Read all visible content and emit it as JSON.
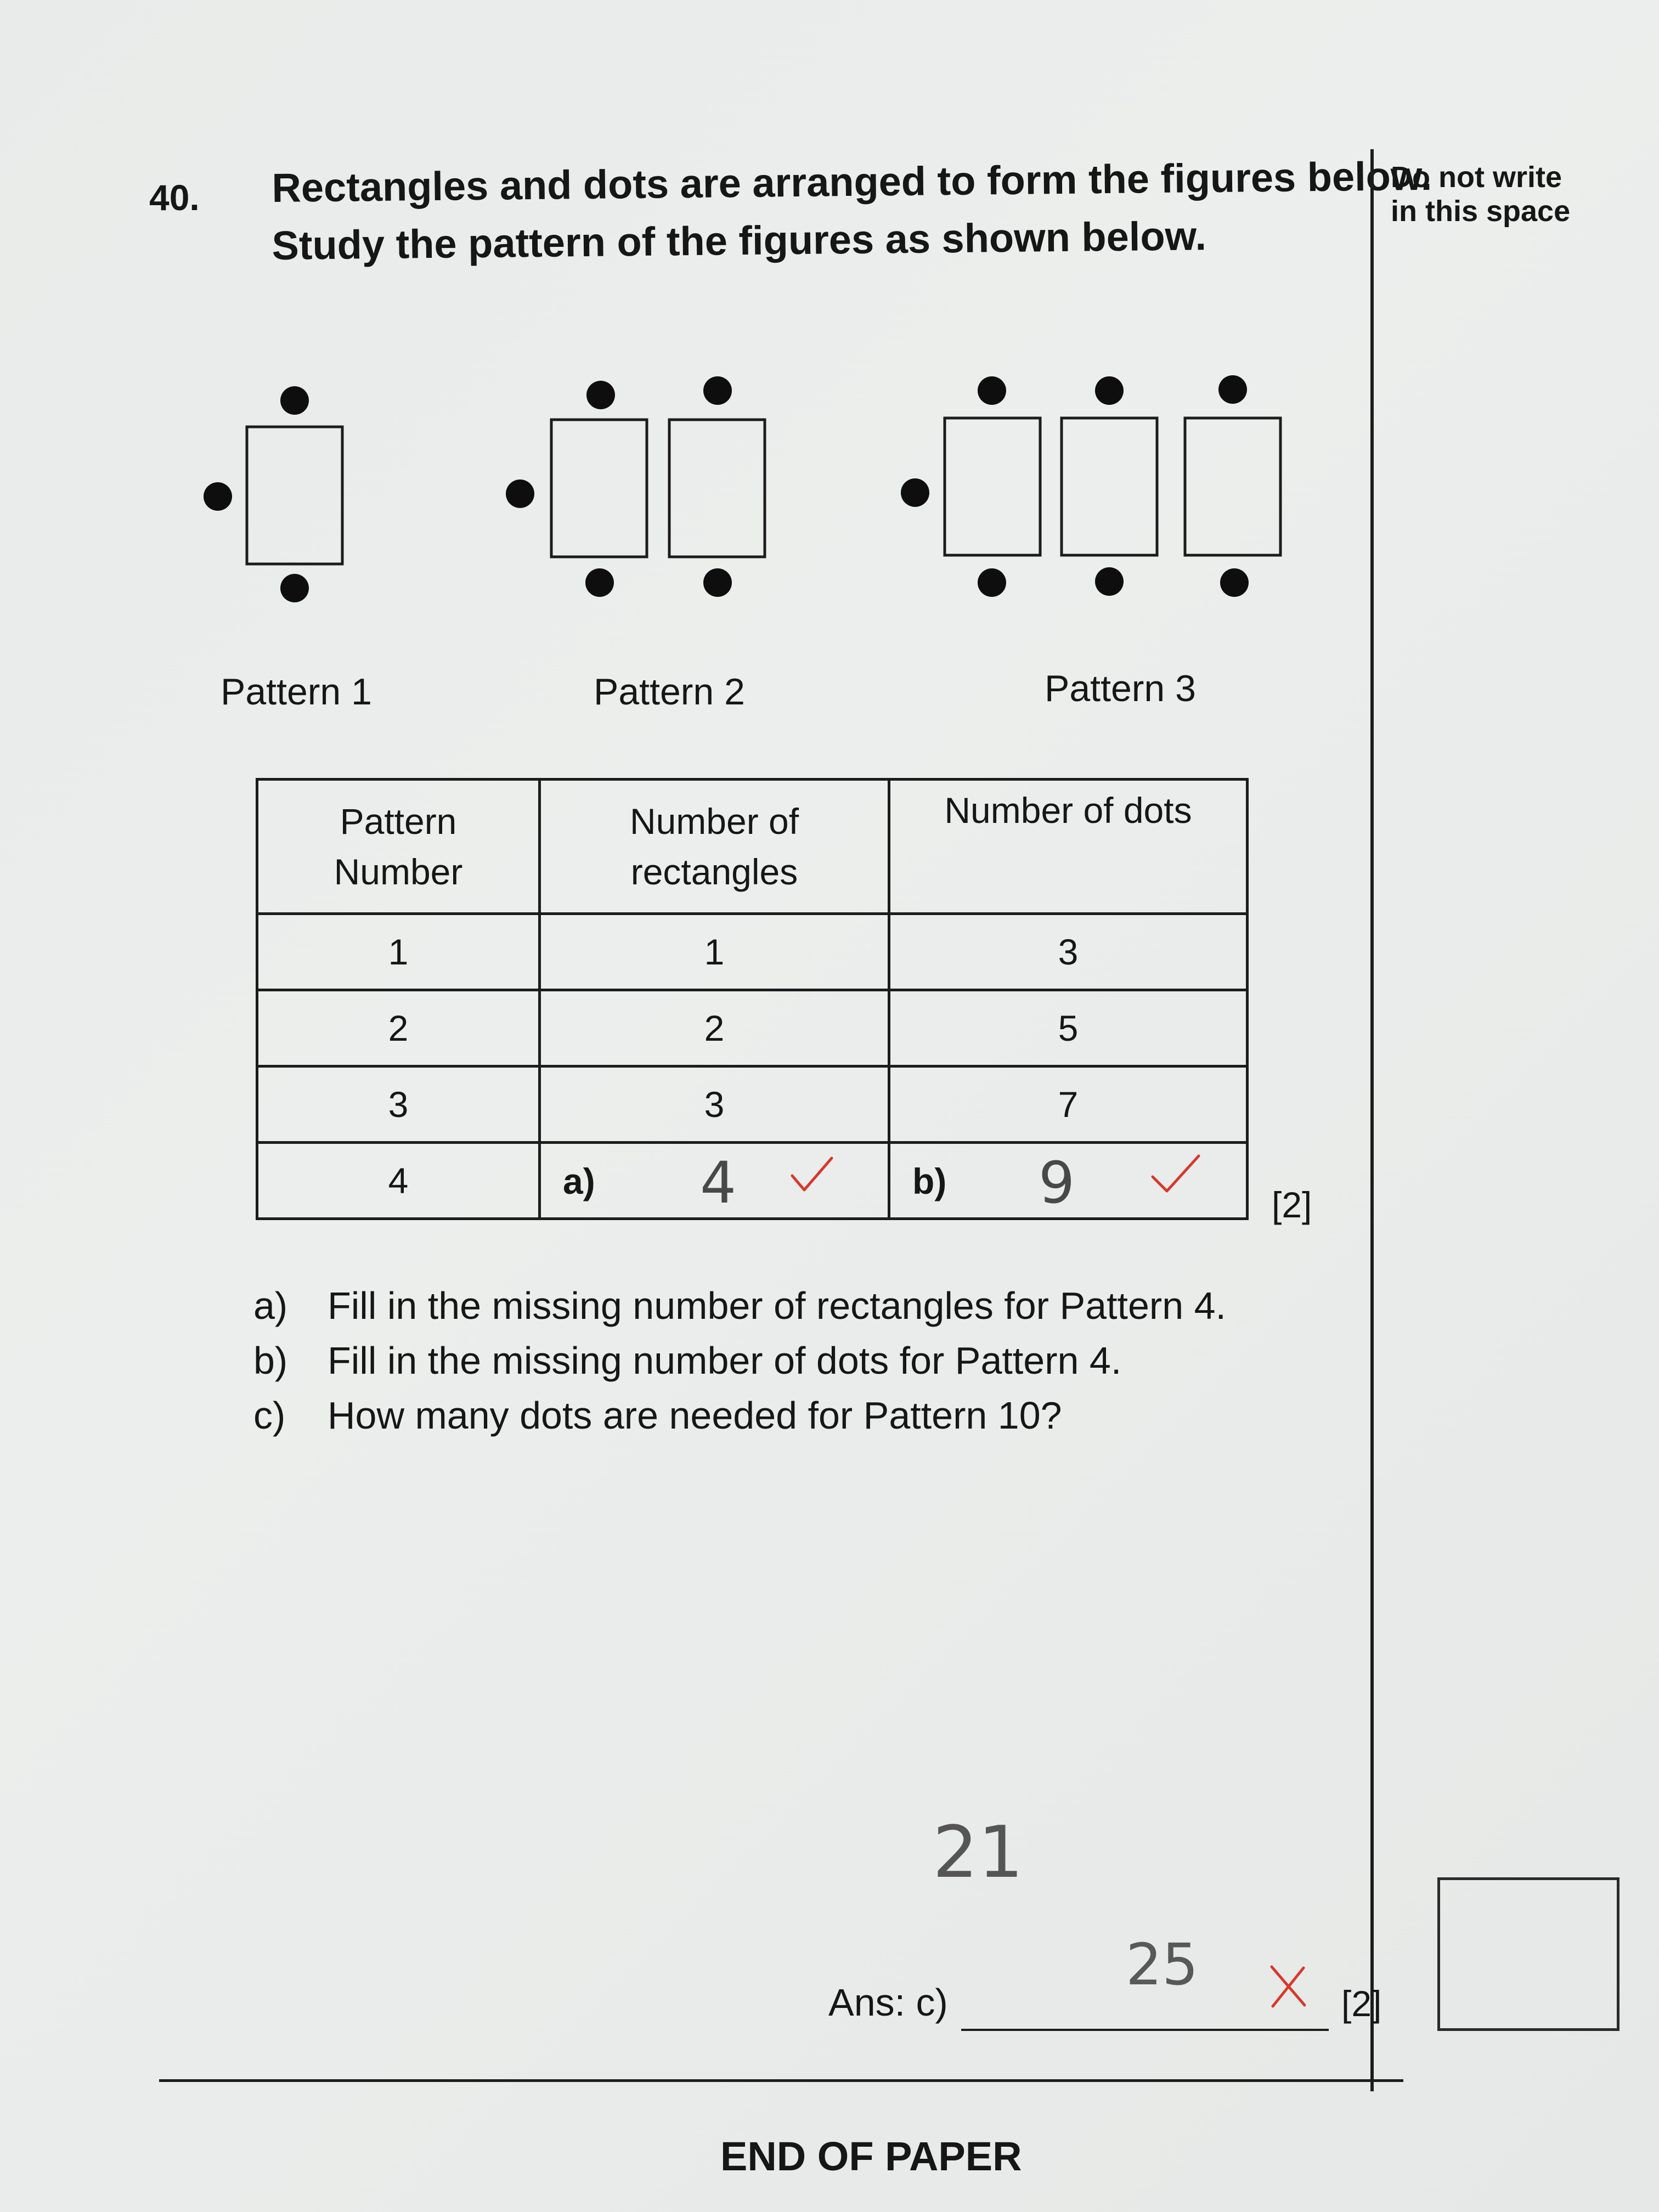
{
  "question": {
    "number": "40.",
    "line1": "Rectangles and dots are arranged to form the figures below.",
    "line2": "Study the pattern of the figures as shown below."
  },
  "margin_note": {
    "line1": "Do not write",
    "line2": "in this space"
  },
  "patterns": [
    {
      "label": "Pattern 1",
      "rectangles": 1,
      "dots": 3
    },
    {
      "label": "Pattern 2",
      "rectangles": 2,
      "dots": 5
    },
    {
      "label": "Pattern 3",
      "rectangles": 3,
      "dots": 7
    }
  ],
  "table": {
    "headers": {
      "pattern_line1": "Pattern",
      "pattern_line2": "Number",
      "rect_line1": "Number of",
      "rect_line2": "rectangles",
      "dots": "Number of dots"
    },
    "rows": [
      {
        "pattern": "1",
        "rectangles": "1",
        "dots": "3"
      },
      {
        "pattern": "2",
        "rectangles": "2",
        "dots": "5"
      },
      {
        "pattern": "3",
        "rectangles": "3",
        "dots": "7"
      }
    ],
    "last_row": {
      "pattern": "4",
      "a_label": "a)",
      "a_answer": "4",
      "b_label": "b)",
      "b_answer": "9"
    }
  },
  "marks": {
    "ab": "[2]",
    "c": "[2]"
  },
  "subquestions": [
    {
      "label": "a)",
      "text": "Fill in the missing number of rectangles for Pattern 4."
    },
    {
      "label": "b)",
      "text": "Fill in the missing number of dots for Pattern 4."
    },
    {
      "label": "c)",
      "text": "How many dots are needed for Pattern 10?"
    }
  ],
  "working": "21",
  "answer": {
    "label": "Ans: c)",
    "written": "25"
  },
  "footer": "END OF PAPER",
  "grading_colors": {
    "red_ink": "#d8382a"
  }
}
